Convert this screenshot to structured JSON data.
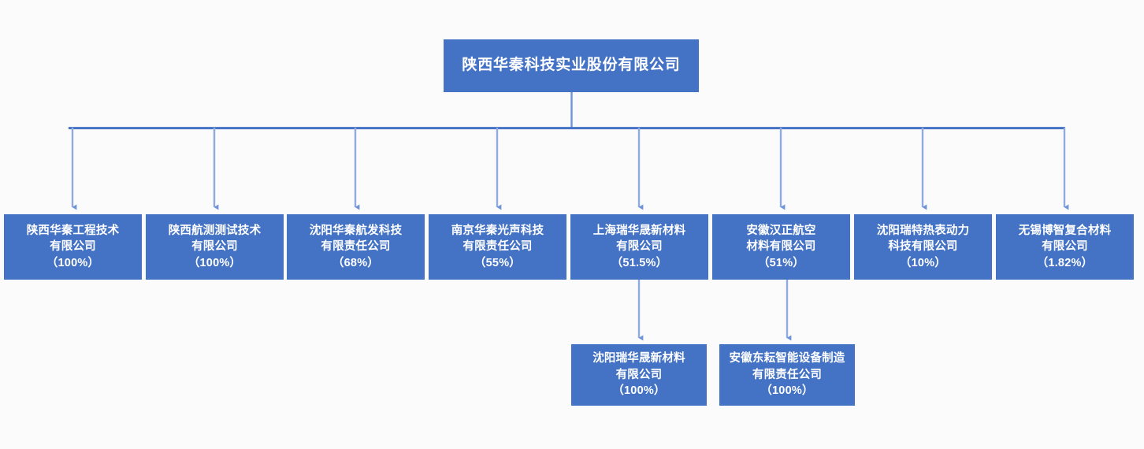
{
  "diagram": {
    "type": "organization-chart",
    "title_node": "陕西华秦科技实业股份有限公司",
    "colors": {
      "node_fill": "#4472c4",
      "node_text": "#ffffff",
      "connector_line": "#8faadc",
      "connector_bus": "#4472c4",
      "background": "#fbfbfb"
    },
    "root": {
      "label": "陕西华秦科技实业股份有限公司",
      "ownership": ""
    },
    "level1": [
      {
        "label": "陕西华秦工程技术\n有限公司\n（100%）",
        "name": "陕西华秦工程技术有限公司",
        "ownership": "100%"
      },
      {
        "label": "陕西航测测试技术\n有限公司\n（100%）",
        "name": "陕西航测测试技术有限公司",
        "ownership": "100%"
      },
      {
        "label": "沈阳华秦航发科技\n有限责任公司\n（68%）",
        "name": "沈阳华秦航发科技有限责任公司",
        "ownership": "68%"
      },
      {
        "label": "南京华秦光声科技\n有限责任公司\n（55%）",
        "name": "南京华秦光声科技有限责任公司",
        "ownership": "55%"
      },
      {
        "label": "上海瑞华晟新材料\n有限公司\n（51.5%）",
        "name": "上海瑞华晟新材料有限公司",
        "ownership": "51.5%"
      },
      {
        "label": "安徽汉正航空\n材料有限公司\n（51%）",
        "name": "安徽汉正航空材料有限公司",
        "ownership": "51%"
      },
      {
        "label": "沈阳瑞特热表动力\n科技有限公司\n（10%）",
        "name": "沈阳瑞特热表动力科技有限公司",
        "ownership": "10%"
      },
      {
        "label": "无锡博智复合材料\n有限公司\n（1.82%）",
        "name": "无锡博智复合材料有限公司",
        "ownership": "1.82%"
      }
    ],
    "level2": [
      {
        "label": "沈阳瑞华晟新材料\n有限公司\n（100%）",
        "name": "沈阳瑞华晟新材料有限公司",
        "ownership": "100%",
        "parent": "上海瑞华晟新材料有限公司"
      },
      {
        "label": "安徽东耘智能设备制造\n有限责任公司\n（100%）",
        "name": "安徽东耘智能设备制造有限责任公司",
        "ownership": "100%",
        "parent": "安徽汉正航空材料有限公司"
      }
    ]
  }
}
